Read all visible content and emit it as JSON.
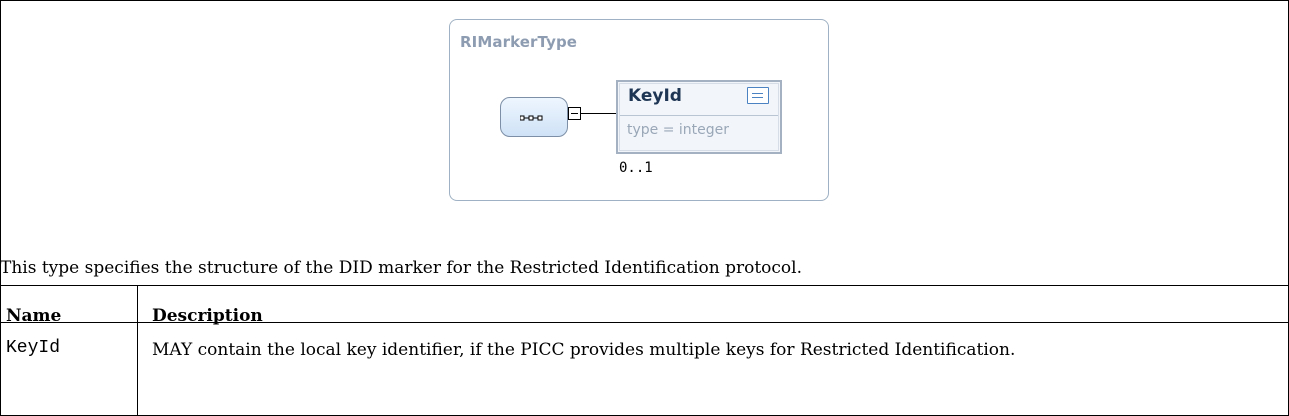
{
  "diagram": {
    "type_name": "RIMarkerType",
    "element": {
      "name": "KeyId",
      "type_label": "type = integer",
      "occurrence": "0..1",
      "annotation_icon": "documentation-icon"
    },
    "compositor_icon": "sequence-icon",
    "expander_icon": "collapse-minus-icon"
  },
  "description": "This type specifies the structure of the DID marker for the Restricted Identification protocol.",
  "table": {
    "columns": [
      "Name",
      "Description"
    ],
    "rows": [
      {
        "name": "KeyId",
        "description": "MAY contain the local key identifier, if the PICC provides multiple keys for Restricted Identification."
      }
    ]
  },
  "colors": {
    "diagram_border": "#9fb1c4",
    "diagram_title": "#8e9cb2",
    "element_name": "#1e3553",
    "type_text": "#9aa7b7",
    "icon_blue": "#4b82c2"
  }
}
